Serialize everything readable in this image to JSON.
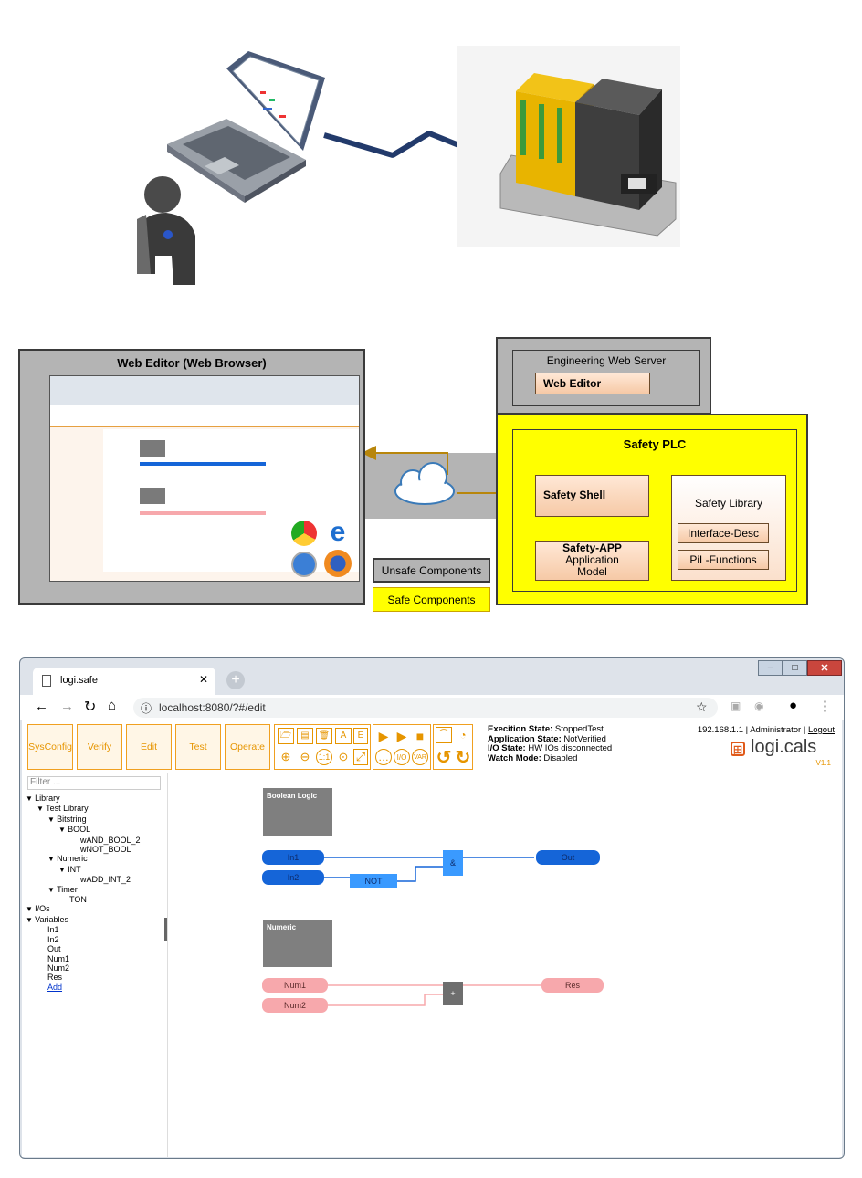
{
  "overview": {
    "title": "Web Editor (Web Browser)",
    "engineering_server": "Engineering Web Server",
    "web_editor": "Web Editor",
    "safety_plc": "Safety PLC",
    "safety_shell": "Safety Shell",
    "safety_library": "Safety Library",
    "interface_desc": "Interface-Desc",
    "pil_functions": "PiL-Functions",
    "safety_app": "Safety-APP",
    "app_model_1": "Application",
    "app_model_2": "Model",
    "legend_unsafe": "Unsafe Components",
    "legend_safe": "Safe Components"
  },
  "browser": {
    "tab_title": "logi.safe",
    "url": "localhost:8080/?#/edit",
    "toolbar_buttons": [
      "SysConfig",
      "Verify",
      "Edit",
      "Test",
      "Operate"
    ],
    "status": [
      {
        "label": "Execition State:",
        "value": "StoppedTest"
      },
      {
        "label": "Application State:",
        "value": "NotVerified"
      },
      {
        "label": "I/O State:",
        "value": "HW IOs disconnected"
      },
      {
        "label": "Watch Mode:",
        "value": "Disabled"
      }
    ],
    "ip_user": "192.168.1.1 | Administrator | ",
    "logout": "Logout",
    "logo_text": "logi.cals",
    "version": "V1.1",
    "filter_placeholder": "Filter ..."
  },
  "tree": [
    {
      "text": "Library",
      "arrow": true,
      "level": 0
    },
    {
      "text": "Test Library",
      "arrow": true,
      "level": 1
    },
    {
      "text": "Bitstring",
      "arrow": true,
      "level": 2
    },
    {
      "text": "BOOL",
      "arrow": true,
      "level": 3
    },
    {
      "text": "wAND_BOOL_2",
      "arrow": false,
      "level": 4
    },
    {
      "text": "wNOT_BOOL",
      "arrow": false,
      "level": 4
    },
    {
      "text": "Numeric",
      "arrow": true,
      "level": 2
    },
    {
      "text": "INT",
      "arrow": true,
      "level": 3
    },
    {
      "text": "wADD_INT_2",
      "arrow": false,
      "level": 4
    },
    {
      "text": "Timer",
      "arrow": true,
      "level": 2
    },
    {
      "text": "TON",
      "arrow": false,
      "level": 3
    },
    {
      "text": "I/Os",
      "arrow": true,
      "level": 0
    },
    {
      "text": "Variables",
      "arrow": true,
      "level": 0
    },
    {
      "text": "In1",
      "arrow": false,
      "level": 1
    },
    {
      "text": "In2",
      "arrow": false,
      "level": 1
    },
    {
      "text": "Out",
      "arrow": false,
      "level": 1
    },
    {
      "text": "Num1",
      "arrow": false,
      "level": 1
    },
    {
      "text": "Num2",
      "arrow": false,
      "level": 1
    },
    {
      "text": "Res",
      "arrow": false,
      "level": 1
    },
    {
      "text": "Add",
      "arrow": false,
      "level": 1,
      "link": true
    }
  ],
  "canvas": {
    "boolean_group": "Boolean Logic",
    "numeric_group": "Numeric",
    "in1": "In1",
    "in2": "In2",
    "not": "NOT",
    "and": "&",
    "out": "Out",
    "num1": "Num1",
    "num2": "Num2",
    "add": "+",
    "res": "Res"
  },
  "colors": {
    "accent": "#e69500",
    "bool_pill": "#1565d8",
    "num_pill": "#f7a8ac",
    "safe_yellow": "#ffff00"
  }
}
